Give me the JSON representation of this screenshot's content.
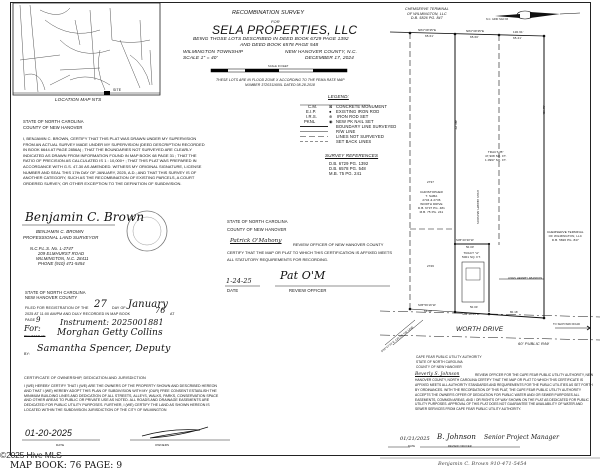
{
  "title_block": {
    "line1": "RECOMBINATION SURVEY",
    "line2": "FOR",
    "owner": "SELA PROPERTIES, LLC",
    "deed1": "BEING THOSE LOTS DESCRIBED IN DEED BOOK 6729 PAGE 1392",
    "deed2": "AND DEED BOOK 6578 PAGE 548",
    "township": "WILMINGTON TOWNSHIP",
    "county": "NEW HANOVER COUNTY, N.C.",
    "scale": "SCALE 1\" = 40'",
    "date": "DECEMBER 17, 2024",
    "scale_bar_label": "SCALE IN FEET",
    "flood1": "THESE LOTS ARE IN FLOOD ZONE X ACCORDING TO THE FEMA RATE MAP",
    "flood2": "NUMBER 3720311600L DATED 08-28-2018"
  },
  "location_map": {
    "caption": "LOCATION MAP NTS",
    "site_label": "SITE"
  },
  "legend": {
    "title": "LEGEND:",
    "items": [
      {
        "abbr": "C.M.",
        "label": "CONCRETE MONUMENT"
      },
      {
        "abbr": "E.I.P.",
        "label": "EXISTING IRON ROD"
      },
      {
        "abbr": "I.R.S.",
        "label": "IRON ROD SET"
      },
      {
        "abbr": "PKNL",
        "label": "NEW PK NAIL SET"
      },
      {
        "abbr": "",
        "label": "BOUNDARY LINE SURVEYED"
      },
      {
        "abbr": "",
        "label": "R/W LINE"
      },
      {
        "abbr": "",
        "label": "LINES NOT SURVEYED"
      },
      {
        "abbr": "",
        "label": "SET BACK LINES"
      }
    ]
  },
  "survey_references": {
    "title": "SURVEY REFERENCES",
    "items": [
      "D.B. 6729 PG. 1392",
      "D.B. 6578 PG. 548",
      "M.B. 75 PG. 241"
    ]
  },
  "surveyor_cert": {
    "state": "STATE OF NORTH CAROLINA",
    "county": "COUNTY OF NEW HANOVER",
    "body": "I, BENJAMIN C. BROWN, CERTIFY THAT THIS PLAT WAS DRAWN UNDER MY SUPERVISION FROM AN ACTUAL SURVEY MADE UNDER MY SUPERVISION (DEED DESCRIPTION RECORDED IN BOOK 6644 AT PAGE 2856A) ; THAT THE BOUNDARIES NOT SURVEYED ARE CLEARLY INDICATED AS DRAWN FROM INFORMATION FOUND IN MAP BOOK 68 PAGE 31 ; THAT THE RATIO OF PRECISION AS CALCULATED IS 1 : 10,000+ ; THAT THIS PLAT WAS PREPARED IN ACCORDANCE WITH G.S. 47-30 AS AMENDED. WITNESS MY ORIGINAL SIGNATURE, LICENSE NUMBER AND SEAL THIS 17th DAY OF JANUARY, 2025, A.D.; AND THAT THIS SURVEY IS OF ANOTHER CATEGORY, SUCH AS THE RECOMBINATION OF EXISTING PARCELS, A COURT ORDERED SURVEY, OR OTHER EXCEPTION TO THE DEFINITION OF SUBDIVISION.",
    "signature": "Benjamin C. Brown",
    "name": "BENJAMIN C. BROWN",
    "title": "PROFESSIONAL LAND SURVEYOR",
    "license": "N.C.P.L.S. No. L-2747",
    "address1": "209 ELMHURST ROAD",
    "address2": "WILMINGTON, N.C. 28411",
    "phone": "PHONE (910) 471-5454",
    "seal_text": "NORTH CAROLINA PROFESSIONAL SEAL L-2747 BENJAMIN C. BROWN"
  },
  "registration": {
    "state": "STATE OF NORTH CAROLINA",
    "county": "NEW HANOVER COUNTY",
    "filed_prefix": "FILED FOR REGISTRATION OF THE",
    "day": "27",
    "day_of": "DAY OF",
    "month": "January",
    "line2": "2025 AT 11:00 AM/PM AND DULY RECORDED IN MAP BOOK",
    "book": "76",
    "at": "AT",
    "page_label": "PAGE",
    "page": "9",
    "instrument": "Instrument: 2025001881",
    "for_label": "For:",
    "register_label": "REGISTER OF",
    "register_name": "Morghan Getty Collins",
    "by_label": "BY:",
    "deputy": "Samantha Spencer, Deputy"
  },
  "ownership_cert": {
    "title": "CERTIFICATE OF OWNERSHIP, DEDICATION AND JURISDICTION",
    "body": "I (WE) HEREBY CERTIFY THAT I (WE) ARE THE OWNERS OF THE PROPERTY SHOWN AND DESCRIBED HEREON AND THAT I (WE) HEREBY ADOPT THIS PLAN OF SUBDIVISION WITH MY (OUR) FREE CONSENT ESTABLISH THE MINIMUM BUILDING LINES AND DEDICATION OF ALL STREETS, ALLEYS, WALKS, PARKS, CONSERVATION SPACE AND OTHER AREAS TO PUBLIC OR PRIVATE USE AS NOTED. ALL ROADS AND DRAINAGE EASEMENTS ARE DEDICATED FOR PUBLIC UTILITY PURPOSES. FURTHER, I (WE) CERTIFY THE LAND AS SHOWN HEREON IS LOCATED WITHIN THE SUBDIVISION JURISDICTION OF THE CITY OF WILMINGTON",
    "date_value": "01-20-2025",
    "date_label": "DATE",
    "owners_label": "OWNERS"
  },
  "review_officer": {
    "state": "STATE OF NORTH CAROLINA",
    "county": "COUNTY OF NEW HANOVER",
    "name": "Patrick O'Mahony",
    "body": "REVIEW OFFICER OF NEW HANOVER COUNTY CERTIFY THAT THE MAP OR PLAT TO WHICH THIS CERTIFICATION IS AFFIXED MEETS ALL STATUTORY REQUIREMENTS FOR RECORDING.",
    "date_value": "1-24-25",
    "date_label": "DATE",
    "signature": "Pat O'M",
    "officer_label": "REVIEW OFFICER"
  },
  "plat": {
    "neighbor_top": [
      "CHEMSERVE TERMINAL",
      "OF WILMINGTON, LLC",
      "D.B. 5826 PG. 847"
    ],
    "north_label": "N.C. GRID NAD 83",
    "bearings_top": [
      {
        "bearing": "N84°39'35\"E",
        "dist": "65.61'"
      },
      {
        "bearing": "N84°39'35\"E",
        "dist": "65.60'"
      },
      {
        "bearing": "",
        "dist": "130.61'"
      },
      {
        "bearing": "",
        "dist": "65.21'"
      }
    ],
    "tract_b": [
      "TRACT \"B\"",
      "47,908 SQ. FT.",
      "1.0997 SQ. FT."
    ],
    "tract_a": [
      "TRACT \"A\"",
      "5001 SQ. FT."
    ],
    "saba": [
      "CHRISTOPHER",
      "T. SABA",
      "2734 & 2736",
      "WORTH DRIVE",
      "D.B. 6737 PG. 481",
      "M.B. 75 PG. 241"
    ],
    "lot_2737": "2737",
    "lot_2726": "2726",
    "neighbor_right": [
      "CHEMSERVE TERMINAL",
      "OF WILMINGTON, LLC",
      "D.B. 5826 PG. 847"
    ],
    "abandon1": "LINES HEREBY ABANDON",
    "abandon2": "LINES HEREBY ABANDON",
    "side_dist_left": "490.75'",
    "side_dist_right": "490.75'",
    "bearing_mid": "S05°20'30\"W",
    "mid_dist": "50.00'",
    "bearing_bottom1": "S05°59'16\"W",
    "bottom_dist1": "64.39'",
    "bottom_dist2": "50.04'",
    "bearing_bottom2": "S84°40'25\"W",
    "bottom_dist3": "80.16'",
    "tie_line": "S35°47'01\"E 135.59' TIE LINE",
    "road_name": "WORTH DRIVE",
    "road_row": "60' PUBLIC R/W",
    "to_road": "TO SHIPYARD ROAD"
  },
  "cfpua": {
    "title": "CAPE FEAR PUBLIC UTILITY AUTHORITY",
    "state": "STATE OF NORTH CAROLINA",
    "county": "COUNTY OF NEW HANOVER",
    "name": "Beverly S. Johnson",
    "body": "REVIEW OFFICER FOR THE CAPE FEAR PUBLIC UTILITY AUTHORITY, NEW HANOVER COUNTY, NORTH CAROLINA CERTIFY THAT THE MAP OR PLAT TO WHICH THIS CERTIFICATE IS AFFIXED MEETS ALL AUTHORITY STANDARDS AND REQUIREMENTS FOR THE PUBLIC UTILITIES AS SET FORTH BY ORDINANCES. WITH THE RECORDATION OF THIS PLAT, THE CAPE FEAR PUBLIC UTILITY AUTHORITY ACCEPTS THE OWNER'S OFFER OF DEDICATION FOR PUBLIC WATER AND/ OR SEWER PURPOSES ALL EASEMENTS, COMMON AREAS, AND / OR RIGHTS OF WAY SHOWN ON THE PLAT AS DEDICATED FOR PUBLIC UTILITY PURPOSES. APPROVAL OF THIS PLAT DOES NOT GUARANTEE THE AVAILABILITY OF WATER AND SEWER SERVICES FROM CAPE FEAR PUBLIC UTILITY AUTHORITY.",
    "date_value": "01/21/2025",
    "date_label": "DATE",
    "signature": "B. Johnson",
    "officer_label": "REVIEW OFFICER",
    "title_handwritten": "Senior Project Manager"
  },
  "footer": {
    "watermark": "©2025 Hive MLS",
    "map_book": "MAP BOOK: 76 PAGE: 9",
    "bottom_signature": "Benjamin C. Brown  910-471-5454"
  }
}
